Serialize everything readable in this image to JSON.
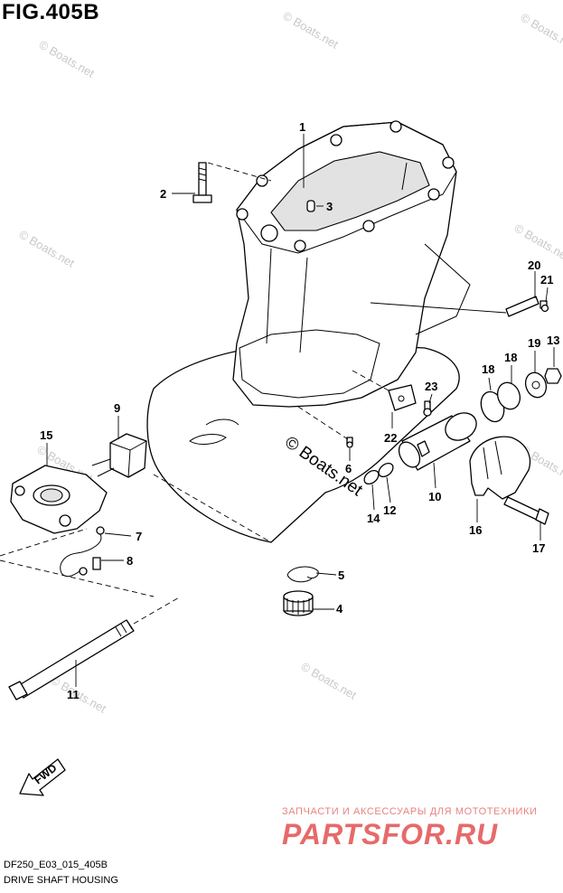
{
  "figure": {
    "title": "FIG.405B"
  },
  "footer": {
    "code": "DF250_E03_015_405B",
    "title": "DRIVE SHAFT HOUSING"
  },
  "watermark": {
    "text": "© Boats.net"
  },
  "center_watermark": {
    "text": "© Boats.net"
  },
  "shop": {
    "tagline": "ЗАПЧАСТИ И АКСЕССУАРЫ ДЛЯ МОТОТЕХНИКИ",
    "logo": "PARTSFOR.RU"
  },
  "direction": {
    "label": "FWD"
  },
  "callouts": [
    {
      "id": "c1",
      "label": "1"
    },
    {
      "id": "c2",
      "label": "2"
    },
    {
      "id": "c3",
      "label": "3"
    },
    {
      "id": "c4",
      "label": "4"
    },
    {
      "id": "c5",
      "label": "5"
    },
    {
      "id": "c6",
      "label": "6"
    },
    {
      "id": "c7",
      "label": "7"
    },
    {
      "id": "c8",
      "label": "8"
    },
    {
      "id": "c9",
      "label": "9"
    },
    {
      "id": "c10",
      "label": "10"
    },
    {
      "id": "c11",
      "label": "11"
    },
    {
      "id": "c12",
      "label": "12"
    },
    {
      "id": "c13",
      "label": "13"
    },
    {
      "id": "c14",
      "label": "14"
    },
    {
      "id": "c15",
      "label": "15"
    },
    {
      "id": "c16",
      "label": "16"
    },
    {
      "id": "c17",
      "label": "17"
    },
    {
      "id": "c18a",
      "label": "18"
    },
    {
      "id": "c18b",
      "label": "18"
    },
    {
      "id": "c19",
      "label": "19"
    },
    {
      "id": "c20",
      "label": "20"
    },
    {
      "id": "c21",
      "label": "21"
    },
    {
      "id": "c22",
      "label": "22"
    },
    {
      "id": "c23",
      "label": "23"
    }
  ]
}
